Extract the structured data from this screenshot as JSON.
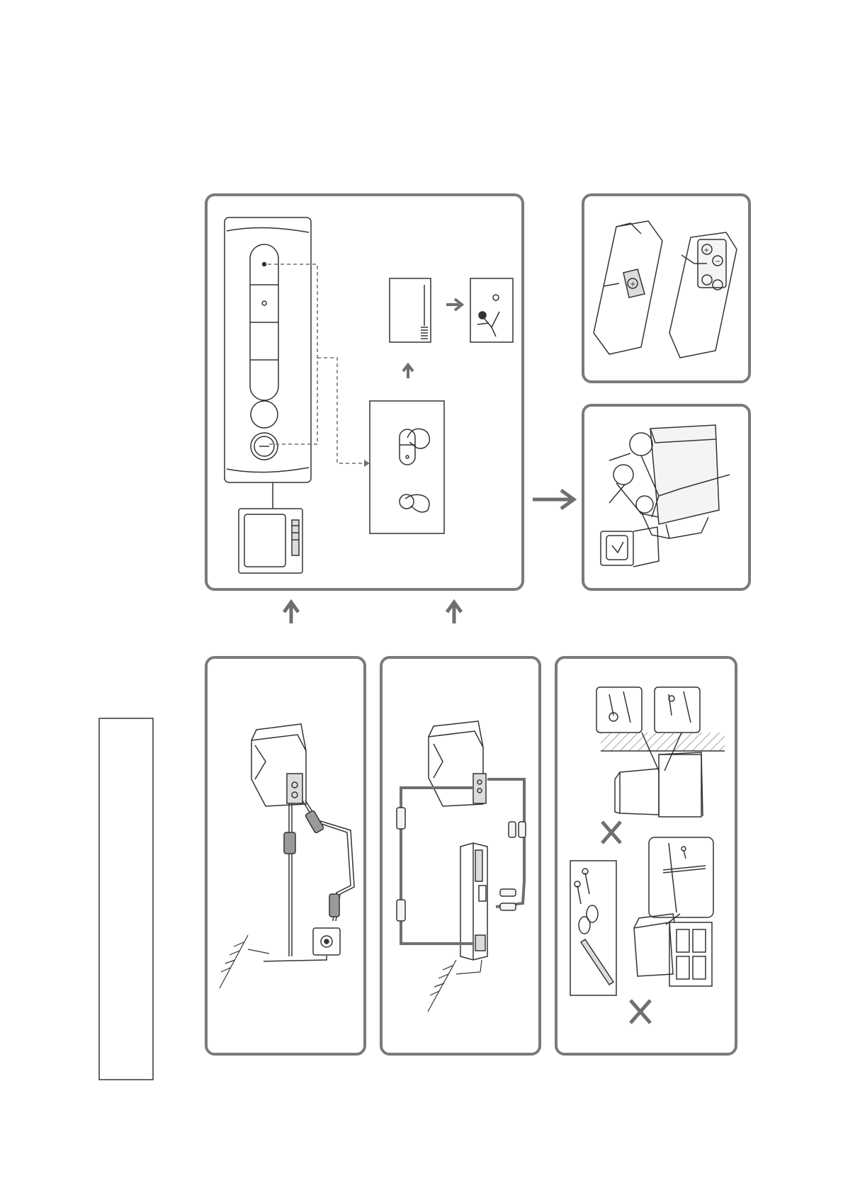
{
  "document": {
    "note": "",
    "colors": {
      "panel_border": "#7a7a7a",
      "line": "#333333",
      "arrow": "#6f6f6f",
      "dashed": "#6f6f6f",
      "hatch": "#666666",
      "fill_light": "#f4f4f4",
      "fill_mid": "#dcdcdc",
      "fill_dark": "#9a9a9a"
    }
  },
  "panels": [
    {
      "id": "tv-controls",
      "name": "tv-front-controls-panel"
    },
    {
      "id": "batteries",
      "name": "remote-battery-panel"
    },
    {
      "id": "watching",
      "name": "family-watching-tv-panel"
    },
    {
      "id": "antenna",
      "name": "antenna-connection-panel"
    },
    {
      "id": "vcr",
      "name": "vcr-connection-panel"
    },
    {
      "id": "stand",
      "name": "securing-tv-panel"
    }
  ],
  "icons": [
    "arrow-up-icon",
    "arrow-right-icon",
    "prohibited-cross-icon",
    "battery-plus-icon",
    "battery-minus-icon"
  ]
}
